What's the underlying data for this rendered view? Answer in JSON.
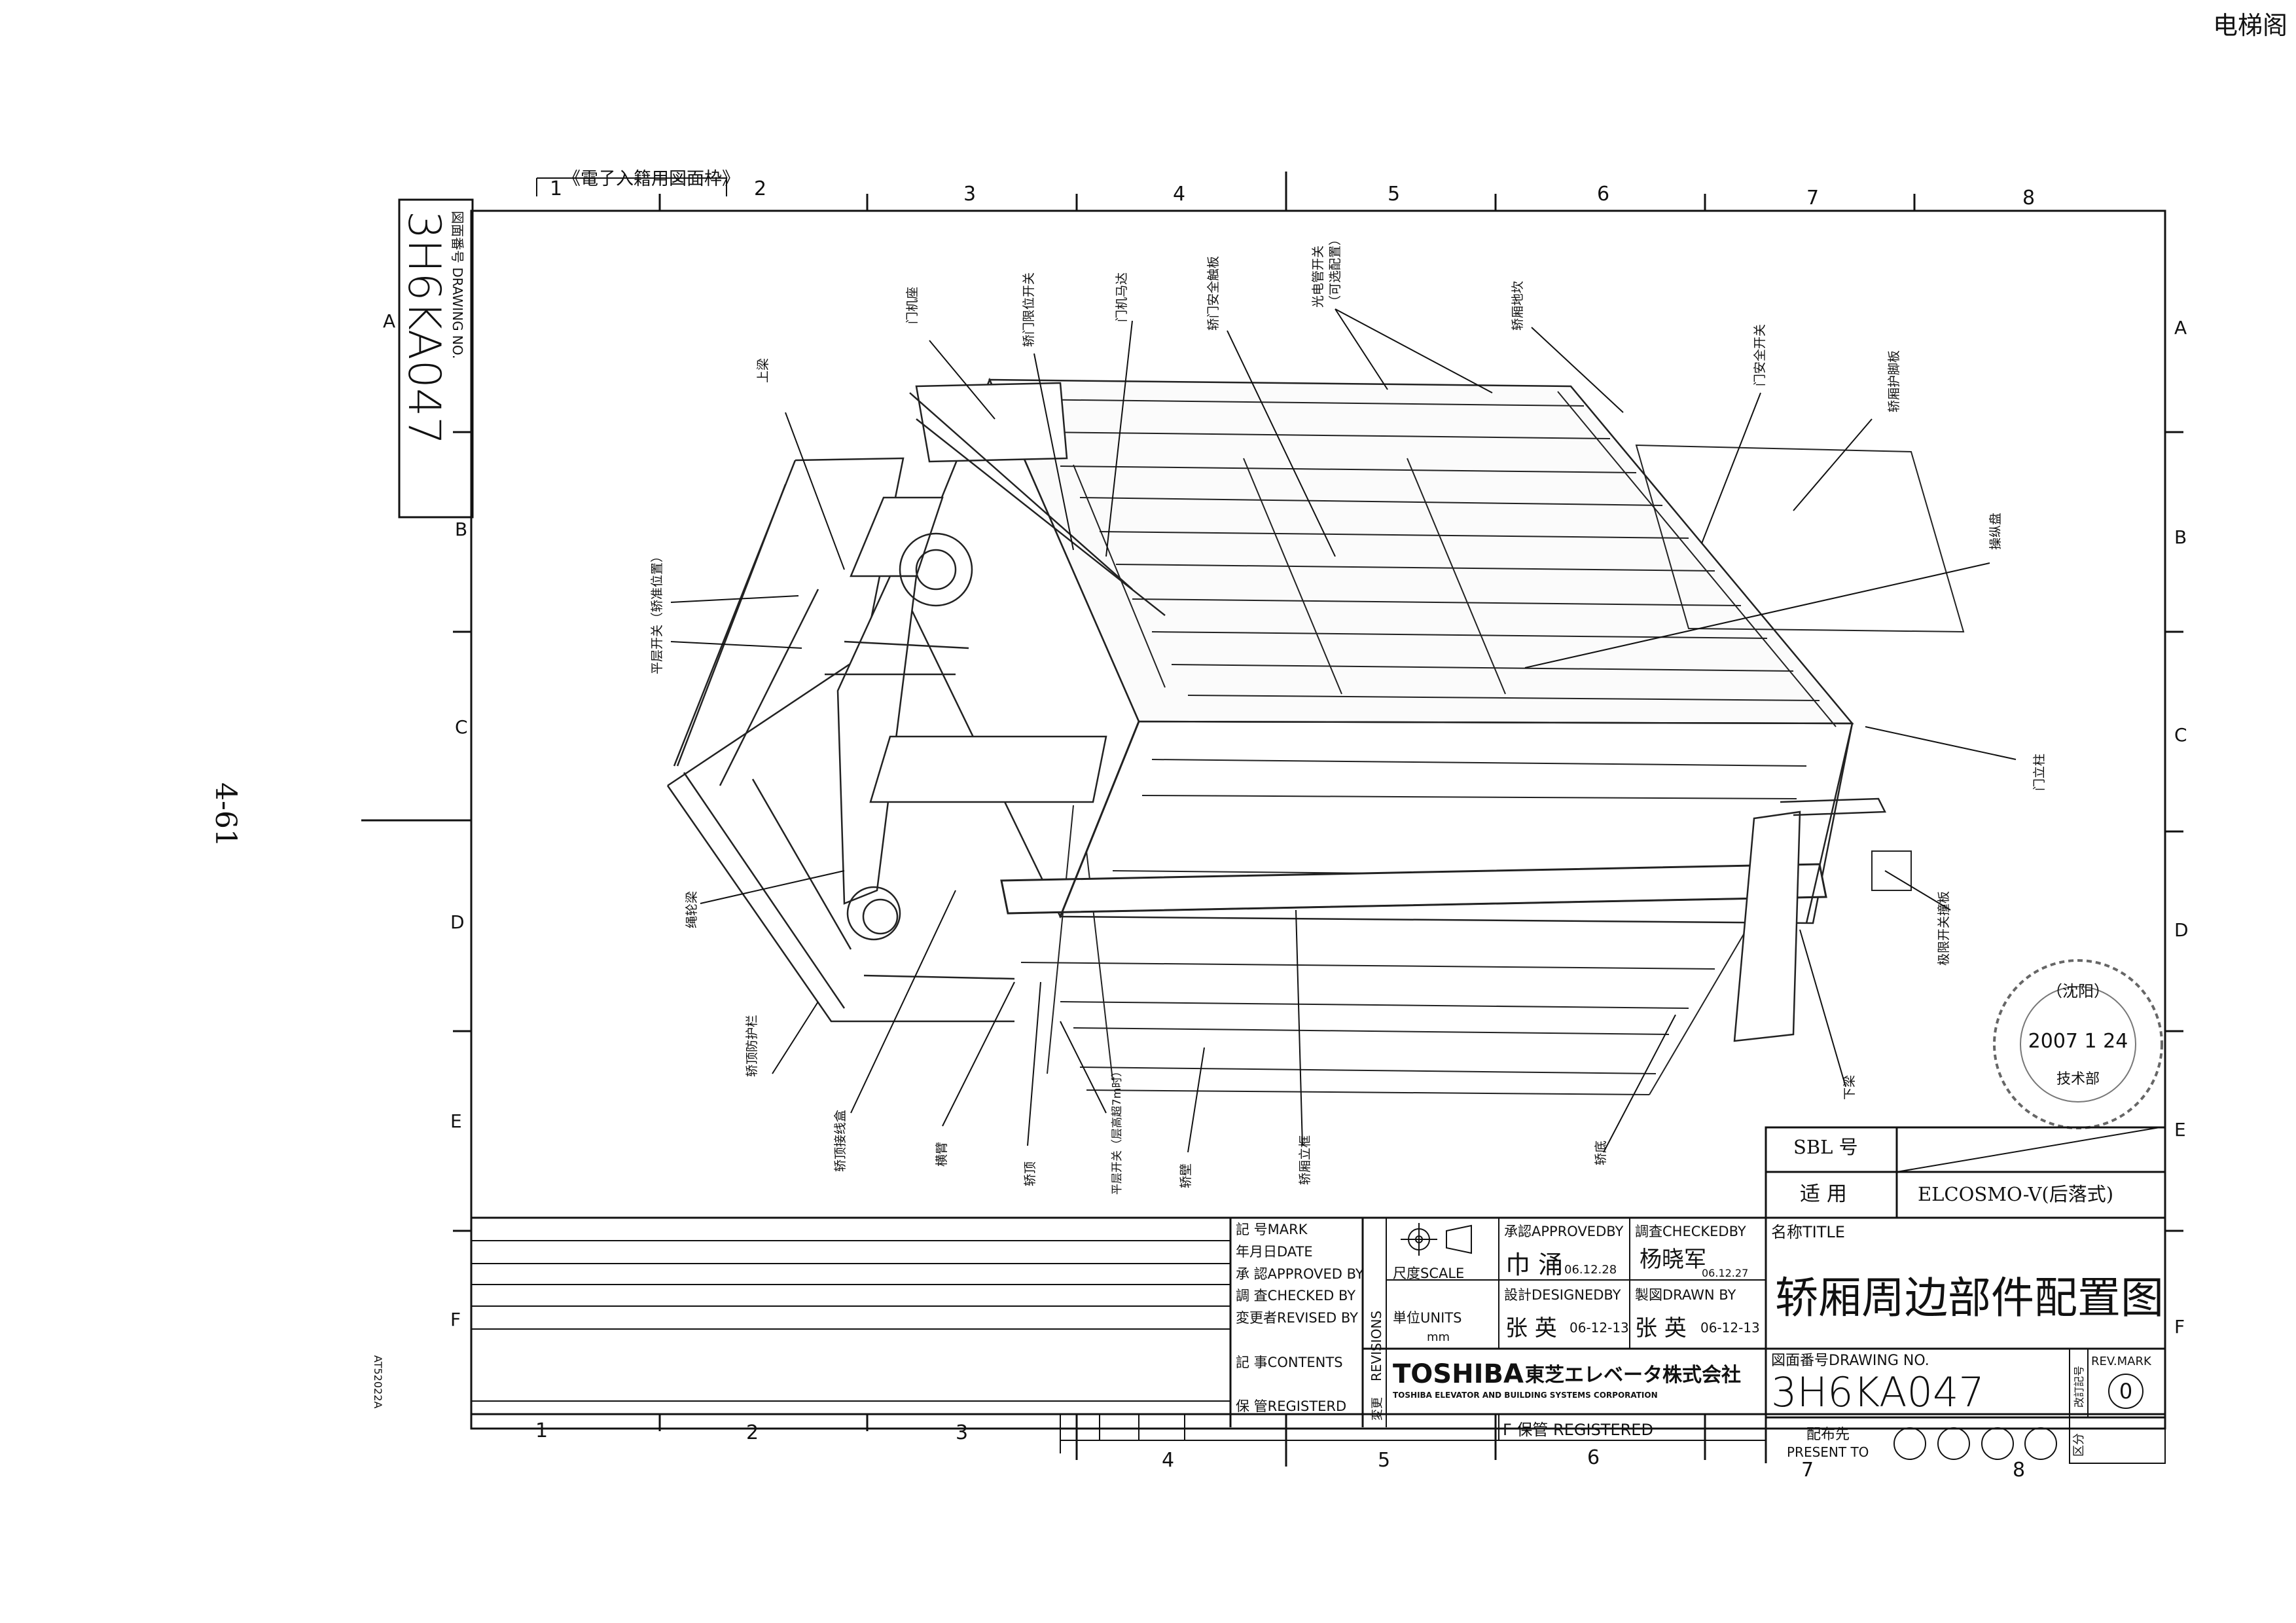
{
  "watermark": "电梯阁",
  "top_note": "《電子入籍用図面枠》",
  "page_number": "4-61",
  "side_code": "AT52022A",
  "columns_top": [
    "1",
    "2",
    "3",
    "4",
    "5",
    "6",
    "7",
    "8"
  ],
  "columns_bottom": [
    "1",
    "2",
    "3",
    "4",
    "5",
    "6",
    "7",
    "8"
  ],
  "rows": [
    "A",
    "B",
    "C",
    "D",
    "E",
    "F"
  ],
  "drawing_no_box": {
    "label": "図面番号 DRAWING NO.",
    "value": "3H6KA047"
  },
  "labels": {
    "shang_liang": "上梁",
    "men_ji_zuo": "门机座",
    "jiao_men_xian_wei": "轿门限位开关",
    "men_ji_ma_da": "门机马达",
    "jiao_men_an_quan": "轿门安全触板",
    "guang_dian_guan": "光电管开关",
    "guang_dian_guan_note": "（可选配置）",
    "jiao_xiang_di_tan": "轿厢地坎",
    "men_an_quan_kai_guan": "门安全开关",
    "jiao_xiang_hu_jiao_ban": "轿厢护脚板",
    "cao_zong_pan": "操纵盘",
    "men_li_zhu": "门立柱",
    "ji_xian_kai_guan_zhuang_ban": "极限开关撞板",
    "xia_liang": "下梁",
    "jiao_di": "轿底",
    "jiao_xiang_li_kuang": "轿厢立框",
    "jiao_bi": "轿壁",
    "ping_ceng_kai_guan_2": "平层开关（层高超7m时）",
    "jiao_ding": "轿顶",
    "heng_bi": "横臂",
    "jiao_ding_jie_xian_he": "轿顶接线盒",
    "jiao_ding_fang_hu_lan": "轿顶防护栏",
    "sheng_lun_liang": "绳轮梁",
    "ping_ceng_kai_guan": "平层开关（轿准位置）"
  },
  "stamp": {
    "line1": "（沈阳）",
    "date": "2007 1 24",
    "bottom": "技术部"
  },
  "spec": {
    "sbl_label": "SBL 号",
    "apply_label": "适 用",
    "apply_value": "ELCOSMO-V(后落式)"
  },
  "revisions": {
    "mark": "記 号MARK",
    "date": "年月日DATE",
    "approved": "承 認APPROVED BY",
    "checked": "調 査CHECKED BY",
    "revised": "変更者REVISED BY",
    "contents": "記 事CONTENTS",
    "registered": "保 管REGISTERD",
    "vertical": "REVISIONS",
    "vertical2": "変更"
  },
  "scale": {
    "label": "尺度SCALE",
    "units_label": "単位UNITS",
    "units_value": "mm"
  },
  "approval": {
    "approved_label": "承認APPROVEDBY",
    "approved_sig": "巾 涌",
    "approved_date": "06.12.28",
    "checked_label": "調査CHECKEDBY",
    "checked_sig": "杨晓军",
    "checked_date": "06.12.27",
    "designed_label": "設計DESIGNEDBY",
    "designed_sig": "张 英",
    "designed_date": "06-12-13",
    "drawn_label": "製図DRAWN BY",
    "drawn_sig": "张 英",
    "drawn_date": "06-12-13"
  },
  "company": {
    "brand": "TOSHIBA",
    "name_jp": "東芝エレベータ株式会社",
    "name_en": "TOSHIBA ELEVATOR AND BUILDING SYSTEMS CORPORATION"
  },
  "title_block": {
    "title_label": "名称TITLE",
    "title": "轿厢周边部件配置图",
    "drawing_no_label": "図面番号DRAWING NO.",
    "drawing_no": "3H6KA047",
    "rev_mark_label": "REV.MARK",
    "rev_mark": "0",
    "rev_side": "改訂記号",
    "present_label": "配布先",
    "present_to": "PRESENT TO",
    "division": "区分",
    "registered": "F 保管 REGISTERED"
  }
}
